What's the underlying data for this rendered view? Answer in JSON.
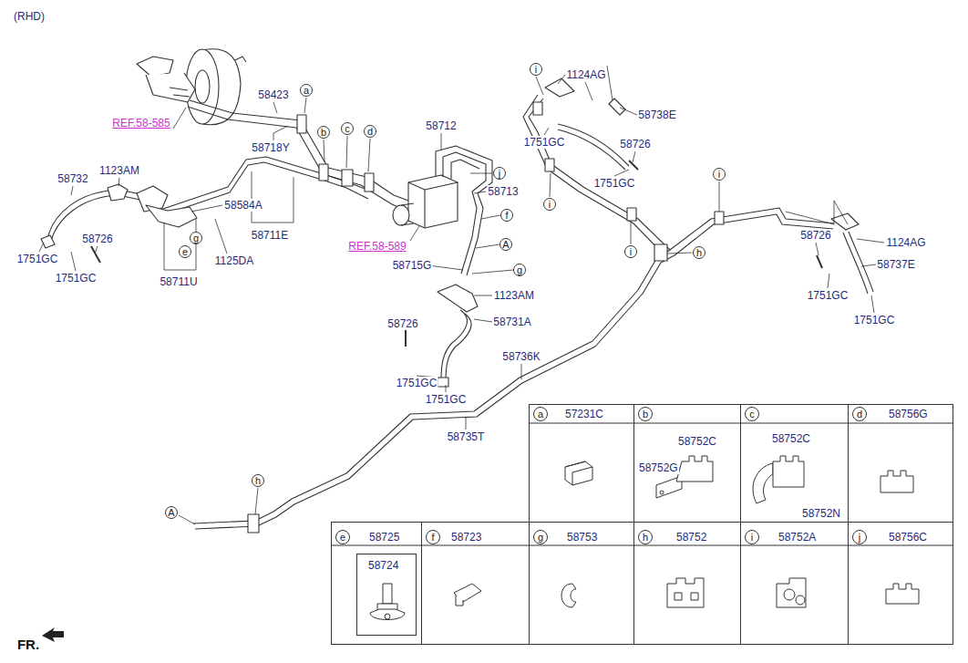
{
  "diagram": {
    "nodes": [
      {
        "text": [
          "a",
          "57231C"
        ]
      },
      {
        "text": [
          "b",
          "58752C",
          "58752G"
        ]
      },
      {
        "text": [
          "c",
          "58752C",
          "58752N"
        ]
      },
      {
        "text": [
          "d",
          "58756G"
        ]
      },
      {
        "text": [
          "e",
          "58725"
        ]
      },
      {
        "text": [
          "58724"
        ],
        "in": 4
      },
      {
        "text": [
          "f",
          "58723"
        ]
      },
      {
        "text": [
          "g",
          "58753"
        ]
      },
      {
        "text": [
          "h",
          "58752"
        ]
      },
      {
        "text": [
          "i",
          "58752A"
        ]
      },
      {
        "text": [
          "j",
          "58756C"
        ]
      }
    ],
    "labels": [
      "(RHD)",
      "58423",
      "a",
      "REF.58-585",
      "58718Y",
      "b",
      "c",
      "d",
      "58712",
      "j",
      "58713",
      "58732",
      "1123AM",
      "58584A",
      "58711E",
      "g",
      "e",
      "58726",
      "1125DA",
      "1751GC",
      "1751GC",
      "58711U",
      "REF.58-589",
      "f",
      "A",
      "58715G",
      "g",
      "1123AM",
      "58731A",
      "58726",
      "1751GC",
      "1751GC",
      "58736K",
      "58735T",
      "h",
      "A",
      "i",
      "1124AG",
      "58738E",
      "1751GC",
      "58726",
      "1751GC",
      "i",
      "i",
      "h",
      "i",
      "58726",
      "1124AG",
      "58737E",
      "1751GC",
      "1751GC",
      "FR."
    ]
  }
}
